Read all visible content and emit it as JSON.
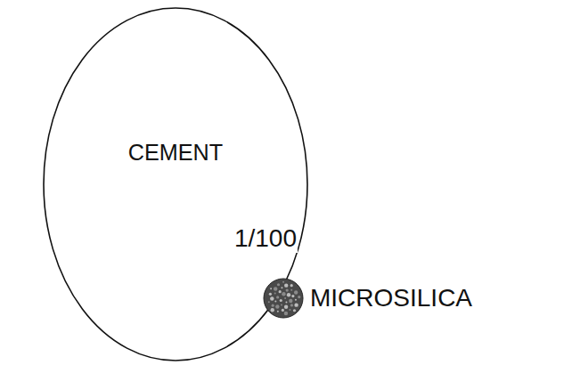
{
  "diagram": {
    "nodes": [
      {
        "text": [
          "CEMENT"
        ]
      },
      {
        "text": [
          "MICROSILICA"
        ]
      }
    ],
    "labels": [
      "1/100"
    ]
  }
}
